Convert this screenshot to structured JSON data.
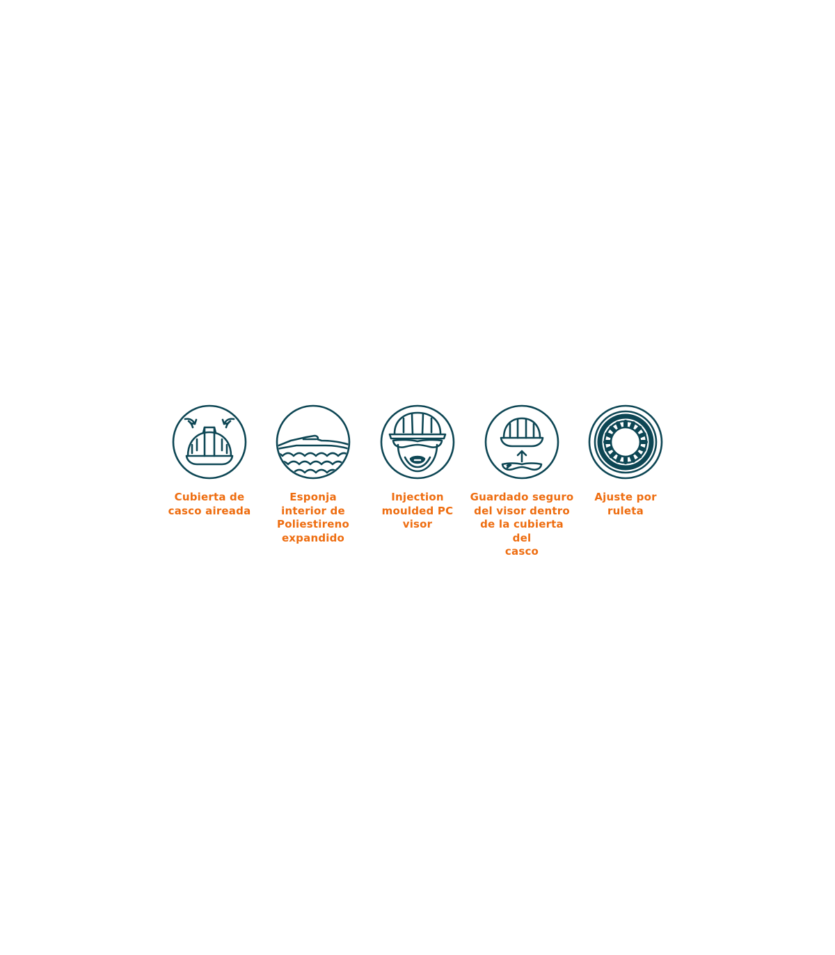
{
  "colors": {
    "icon_stroke": "#0d4654",
    "label_text": "#ee6d10",
    "background": "#ffffff"
  },
  "features": [
    {
      "icon": "ventilated-helmet-icon",
      "label": "Cubierta de\ncasco aireada"
    },
    {
      "icon": "eps-foam-icon",
      "label": "Esponja\ninterior de\nPoliestireno\nexpandido"
    },
    {
      "icon": "worker-visor-icon",
      "label": "Injection\nmoulded PC\nvisor"
    },
    {
      "icon": "visor-storage-icon",
      "label": "Guardado seguro\ndel visor dentro\nde la cubierta del\ncasco"
    },
    {
      "icon": "ratchet-wheel-icon",
      "label": "Ajuste por\nruleta"
    }
  ]
}
